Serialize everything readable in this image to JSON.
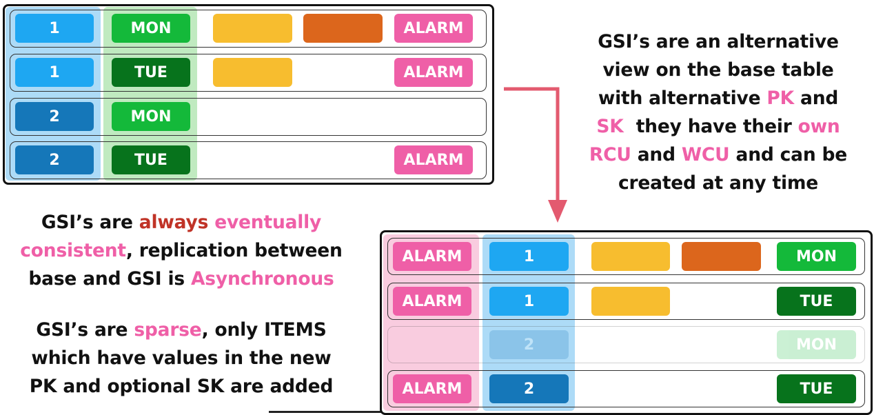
{
  "labels": {
    "alarm": "ALARM",
    "mon": "MON",
    "tue": "TUE",
    "one": "1",
    "two": "2"
  },
  "text_right": {
    "l1": "GSI’s are an alternative",
    "l2": "view on the base table",
    "l3a": "with alternative ",
    "l3b": "PK",
    "l3c": " and",
    "l4a": "SK",
    "l4b": "  they have their ",
    "l4c": "own",
    "l5a": "RCU",
    "l5b": " and ",
    "l5c": "WCU",
    "l5d": " and can be",
    "l6": "created at any time"
  },
  "text_left_1": {
    "l1a": "GSI’s are ",
    "l1b": "always",
    "l1c": " ",
    "l1d": "eventually",
    "l2a": "consistent",
    "l2b": ", replication between",
    "l3a": "base and GSI is ",
    "l3b": "Asynchronous"
  },
  "text_left_2": {
    "l1a": "GSI’s are ",
    "l1b": "sparse",
    "l1c": ", only ITEMS",
    "l2": "which have values in the new",
    "l3": "PK and optional SK are added"
  },
  "colors": {
    "blue_light": "#1ea7f2",
    "blue_dark": "#1577b9",
    "green_light": "#14b93a",
    "green_dark": "#07731c",
    "yellow": "#f7bd2f",
    "orange": "#dc661c",
    "pink": "#ef5fa7",
    "red_text": "#c03327"
  }
}
